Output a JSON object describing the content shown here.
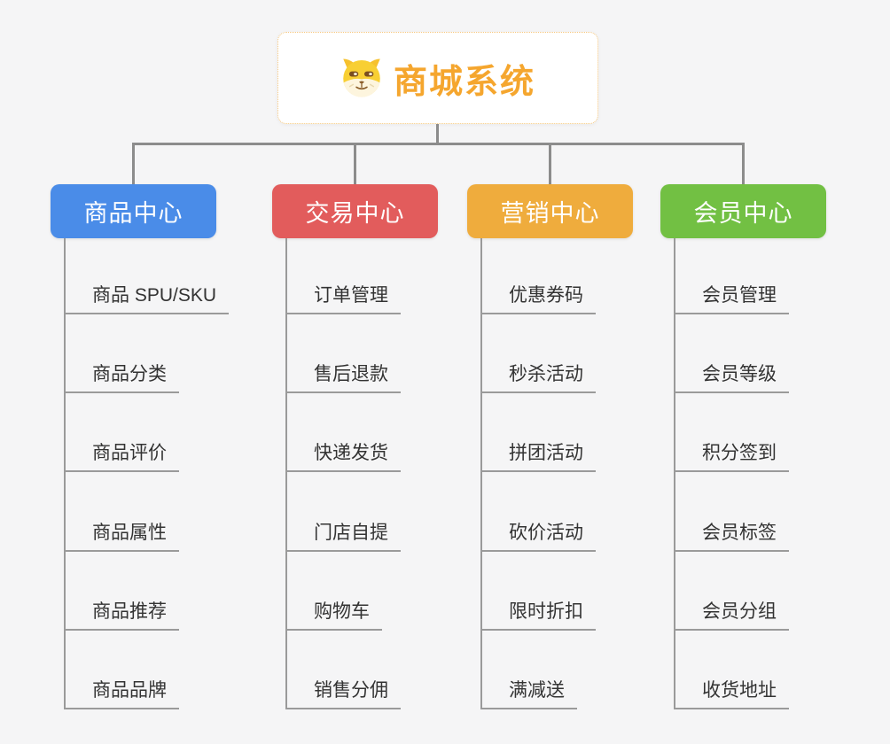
{
  "root": {
    "title": "商城系统",
    "icon": "dog-face-icon"
  },
  "branches": [
    {
      "label": "商品中心",
      "color": "#4a8ce8",
      "children": [
        "商品 SPU/SKU",
        "商品分类",
        "商品评价",
        "商品属性",
        "商品推荐",
        "商品品牌"
      ]
    },
    {
      "label": "交易中心",
      "color": "#e25c5c",
      "children": [
        "订单管理",
        "售后退款",
        "快递发货",
        "门店自提",
        "购物车",
        "销售分佣"
      ]
    },
    {
      "label": "营销中心",
      "color": "#efac3d",
      "children": [
        "优惠券码",
        "秒杀活动",
        "拼团活动",
        "砍价活动",
        "限时折扣",
        "满减送"
      ]
    },
    {
      "label": "会员中心",
      "color": "#72c043",
      "children": [
        "会员管理",
        "会员等级",
        "积分签到",
        "会员标签",
        "会员分组",
        "收货地址"
      ]
    }
  ],
  "colors": {
    "background": "#f5f5f6",
    "root_text": "#f5a62e",
    "root_border": "#f6c87f",
    "connector": "#8c8c8c",
    "leaf_line": "#9a9a9a",
    "leaf_text": "#333333"
  }
}
